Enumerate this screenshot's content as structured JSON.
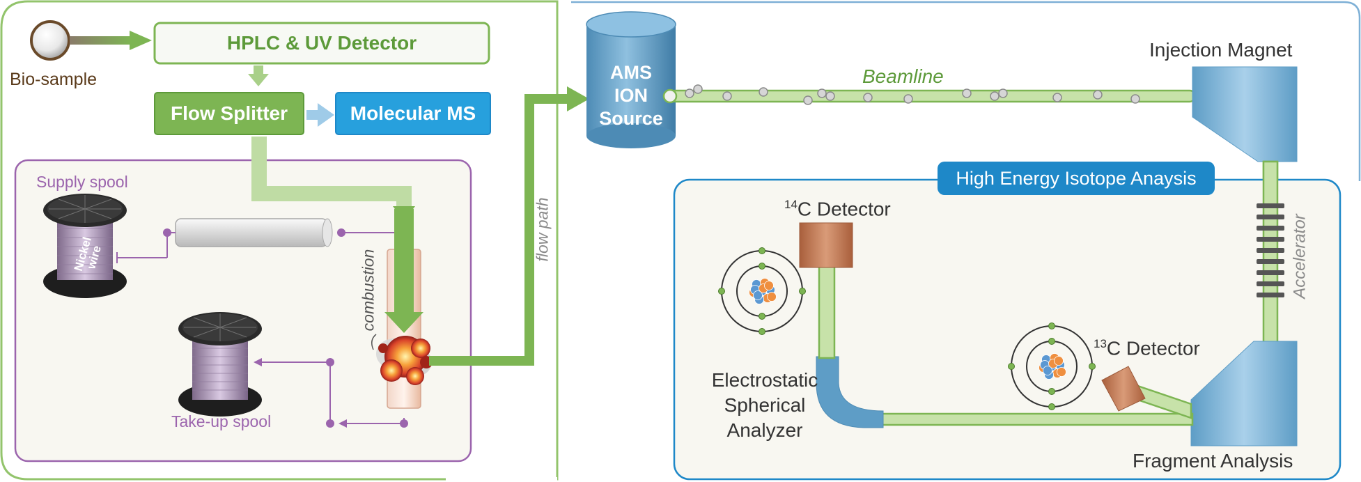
{
  "colors": {
    "green": "#7db553",
    "green_dark": "#5d9a3a",
    "green_light": "#c7e2a9",
    "purple": "#9b64ad",
    "blue": "#1e88c8",
    "ams_blue": "#5d9cc5",
    "copper": "#c27a55",
    "panel_bg": "#f8f7f1"
  },
  "top": {
    "bio_sample": "Bio-sample",
    "hplc": "HPLC & UV Detector",
    "flow_splitter": "Flow Splitter",
    "molecular_ms": "Molecular MS"
  },
  "combustion_panel": {
    "supply_spool": "Supply spool",
    "nickel_wire": "Nickel wire",
    "take_up_spool": "Take-up spool",
    "combustion": "combustion"
  },
  "flow_path": "flow path",
  "ams": {
    "source_lines": [
      "AMS",
      "ION",
      "Source"
    ],
    "beamline": "Beamline",
    "injection_magnet": "Injection Magnet",
    "accelerator": "Accelerator"
  },
  "isotope_panel": {
    "title": "High Energy Isotope Anaysis",
    "c14_sup": "14",
    "c14_rest": "C Detector",
    "c13_sup": "13",
    "c13_rest": "C Detector",
    "esa_line1": "Electrostatic",
    "esa_line2": "Spherical",
    "esa_line3": "Analyzer",
    "fragment_analysis": "Fragment Analysis"
  },
  "icons": [
    "sample-sphere-icon",
    "wire-spool-icon",
    "combustion-burst-icon",
    "ion-source-cylinder-icon",
    "magnet-icon",
    "accelerator-icon",
    "atom-icon",
    "detector-icon"
  ]
}
